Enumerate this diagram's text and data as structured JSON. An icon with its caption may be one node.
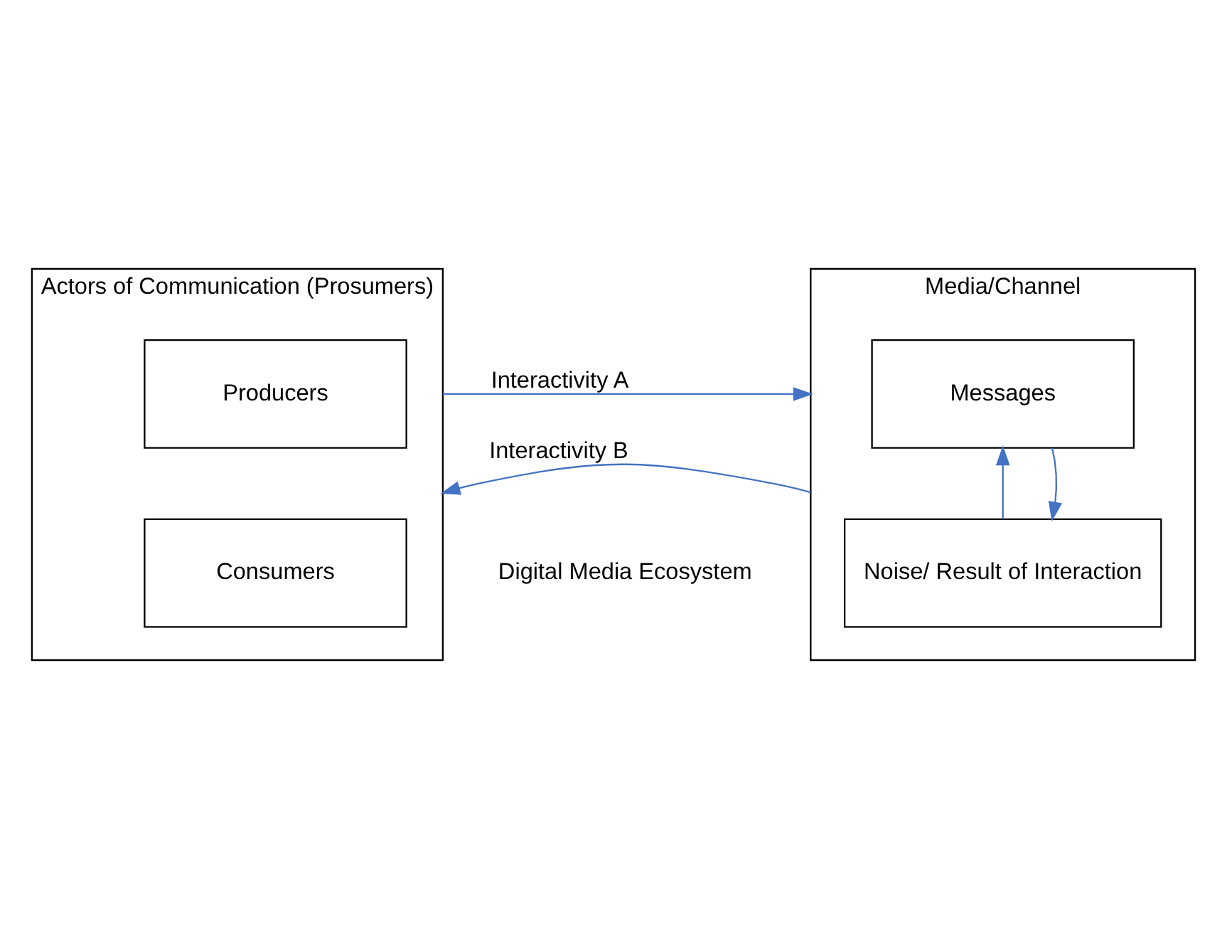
{
  "diagram": {
    "nodes": [
      {
        "text": [
          "Actors of Communication (Prosumers)"
        ]
      },
      {
        "text": [
          "Producers"
        ],
        "in": 0
      },
      {
        "text": [
          "Consumers"
        ],
        "in": 0
      },
      {
        "text": [
          "Media/Channel"
        ]
      },
      {
        "text": [
          "Messages"
        ],
        "in": 3
      },
      {
        "text": [
          "Noise/ Result of Interaction"
        ],
        "in": 3
      }
    ],
    "edges": [
      {
        "from": 0,
        "to": 3,
        "arrow": "to",
        "label": "Interactivity A"
      },
      {
        "from": 3,
        "to": 0,
        "arrow": "to",
        "label": "Interactivity B"
      },
      {
        "from": 5,
        "to": 4,
        "arrow": "to"
      },
      {
        "from": 4,
        "to": 5,
        "arrow": "to"
      }
    ],
    "labels": [
      "Digital Media Ecosystem"
    ]
  }
}
